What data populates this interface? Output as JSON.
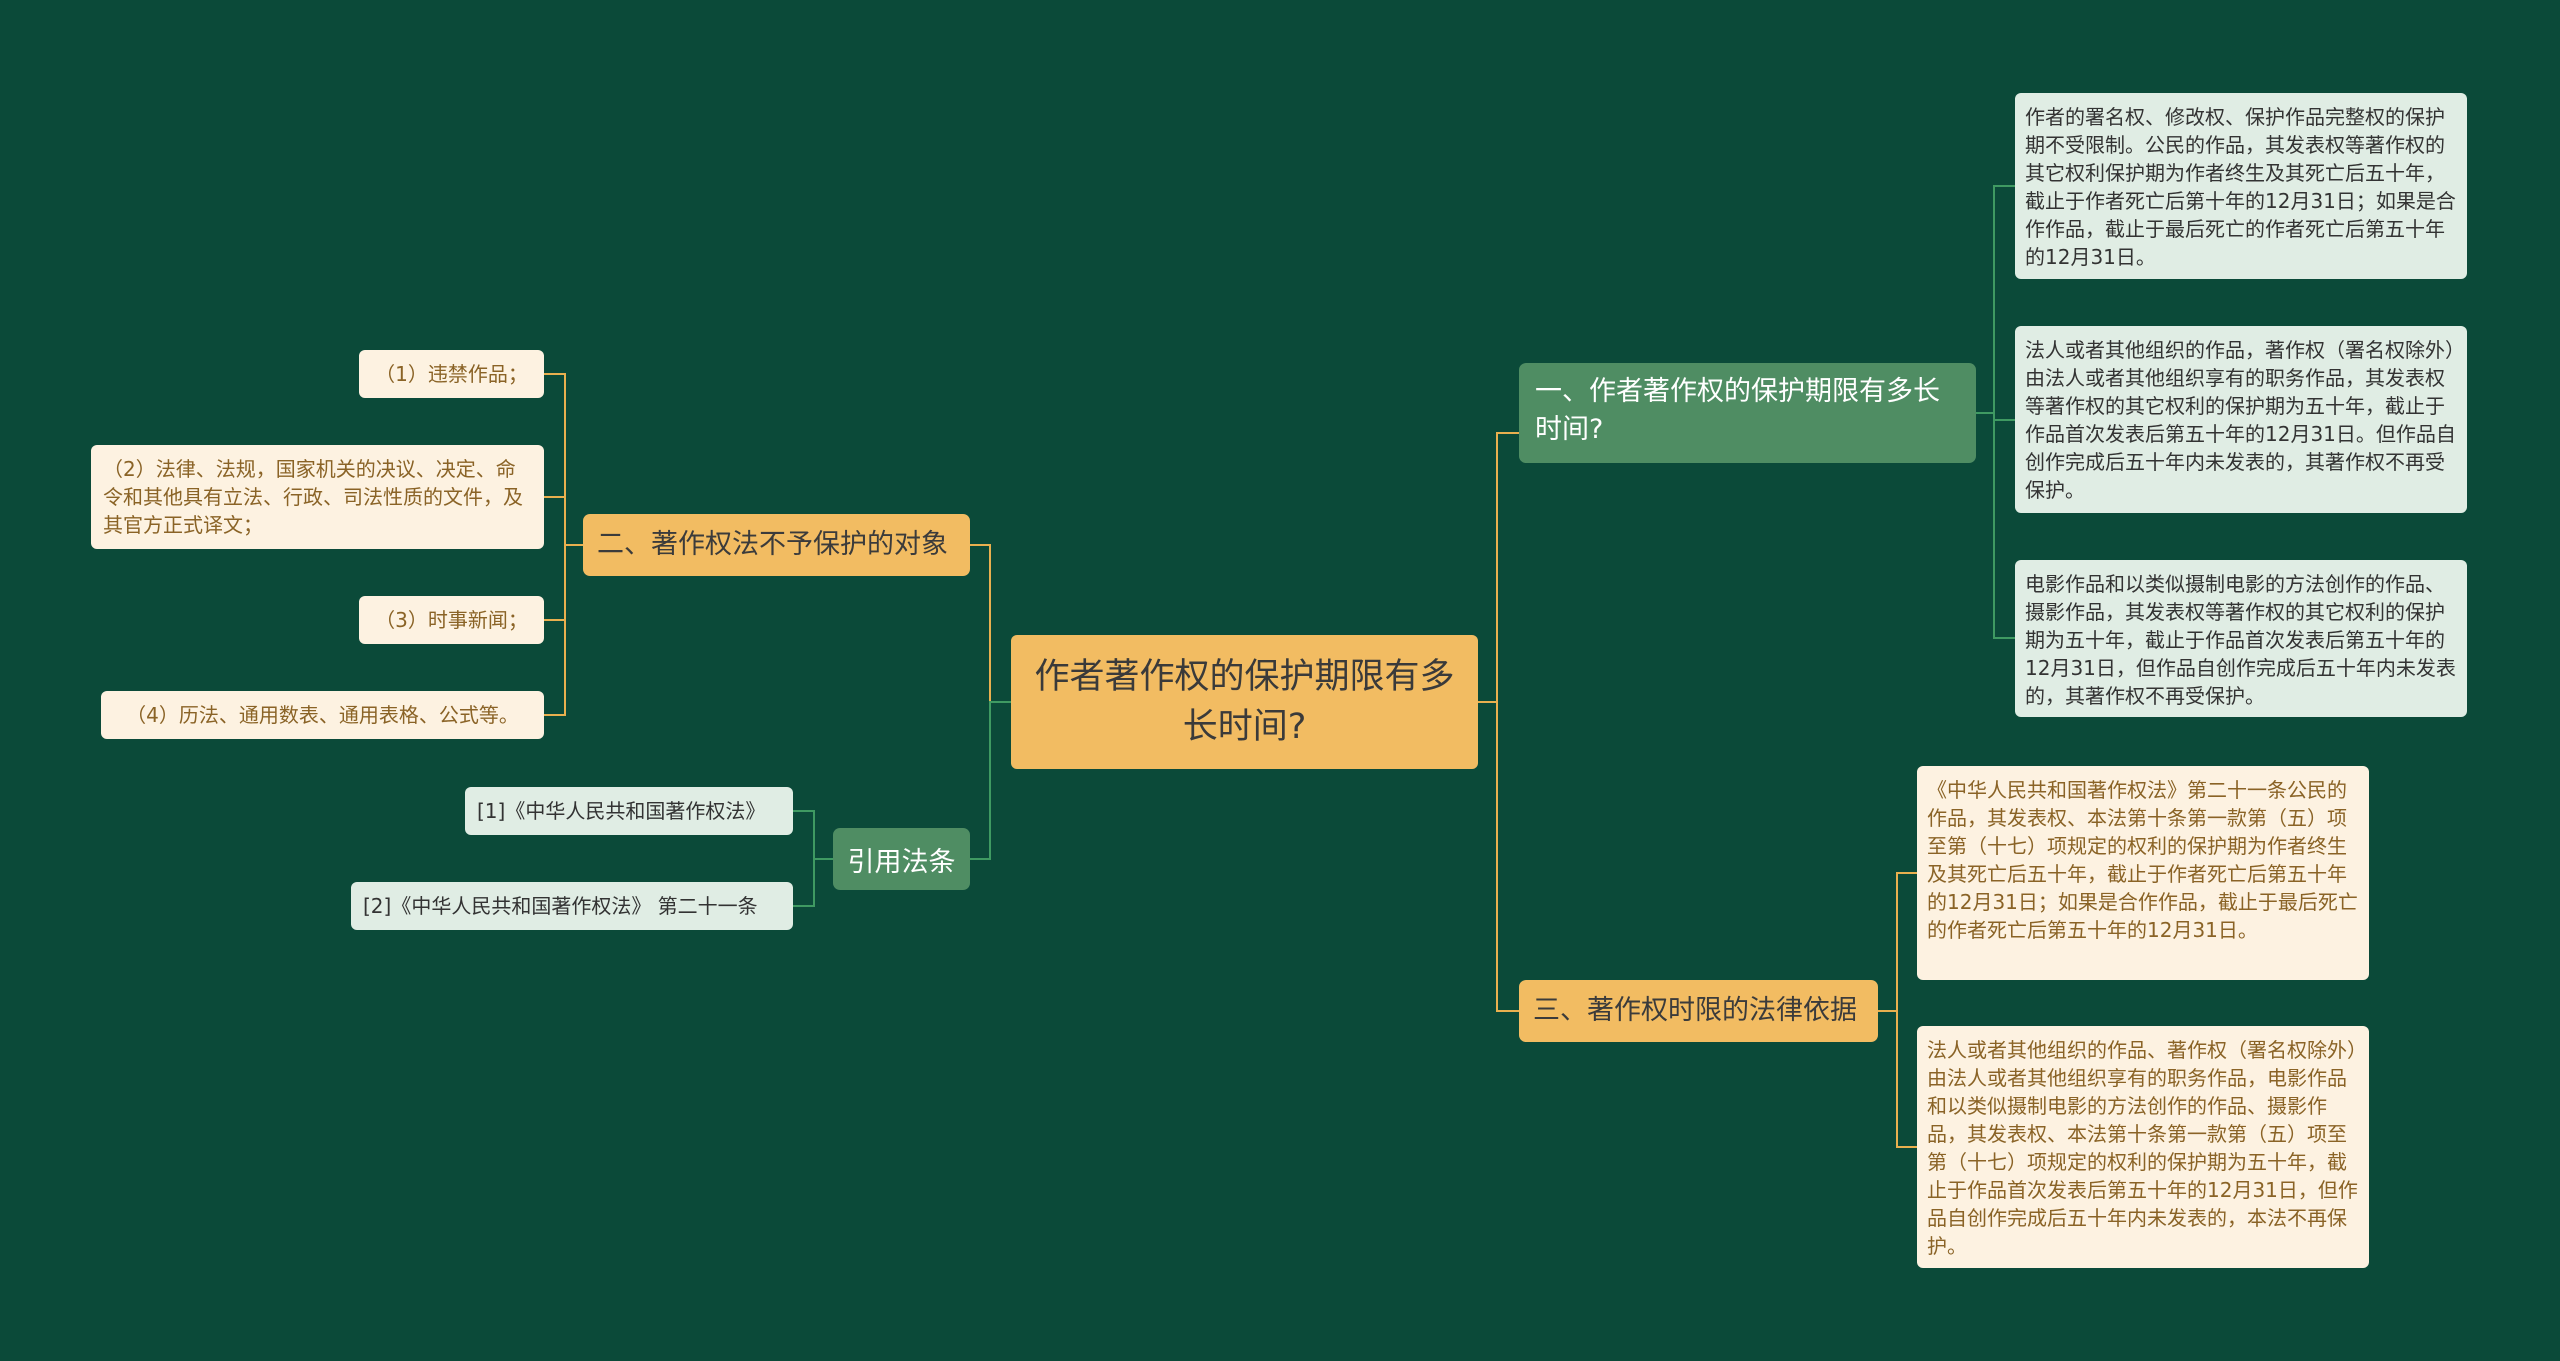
{
  "root": {
    "title": "作者著作权的保护期限有多长时间?"
  },
  "branches": {
    "b1": {
      "title": "一、作者著作权的保护期限有多长时间?",
      "leaves": [
        "作者的署名权、修改权、保护作品完整权的保护期不受限制。公民的作品，其发表权等著作权的其它权利保护期为作者终生及其死亡后五十年，截止于作者死亡后第十年的12月31日；如果是合作作品，截止于最后死亡的作者死亡后第五十年的12月31日。",
        "法人或者其他组织的作品，著作权（署名权除外）由法人或者其他组织享有的职务作品，其发表权等著作权的其它权利的保护期为五十年，截止于作品首次发表后第五十年的12月31日。但作品自创作完成后五十年内未发表的，其著作权不再受保护。",
        "电影作品和以类似摄制电影的方法创作的作品、摄影作品，其发表权等著作权的其它权利的保护期为五十年，截止于作品首次发表后第五十年的12月31日，但作品自创作完成后五十年内未发表的，其著作权不再受保护。"
      ]
    },
    "b2": {
      "title": "二、著作权法不予保护的对象",
      "leaves": [
        "（1）违禁作品；",
        "（2）法律、法规，国家机关的决议、决定、命令和其他具有立法、行政、司法性质的文件，及其官方正式译文；",
        "（3）时事新闻；",
        "（4）历法、通用数表、通用表格、公式等。"
      ]
    },
    "b3": {
      "title": "三、著作权时限的法律依据",
      "leaves": [
        "《中华人民共和国著作权法》第二十一条公民的作品，其发表权、本法第十条第一款第（五）项至第（十七）项规定的权利的保护期为作者终生及其死亡后五十年，截止于作者死亡后第五十年的12月31日；如果是合作作品，截止于最后死亡的作者死亡后第五十年的12月31日。",
        "法人或者其他组织的作品、著作权（署名权除外）由法人或者其他组织享有的职务作品，电影作品和以类似摄制电影的方法创作的作品、摄影作品，其发表权、本法第十条第一款第（五）项至第（十七）项规定的权利的保护期为五十年，截止于作品首次发表后第五十年的12月31日，但作品自创作完成后五十年内未发表的，本法不再保护。"
      ]
    },
    "cite": {
      "title": "引用法条",
      "leaves": [
        "[1]《中华人民共和国著作权法》",
        "[2]《中华人民共和国著作权法》 第二十一条"
      ]
    }
  },
  "colors": {
    "background": "#0b4a39",
    "orange": "#f2bc62",
    "green": "#4f8d63",
    "light_green_leaf": "#e0ede4",
    "cream_leaf": "#fdf2e1",
    "green_line": "#3f9a62",
    "orange_line": "#e9b04f"
  }
}
